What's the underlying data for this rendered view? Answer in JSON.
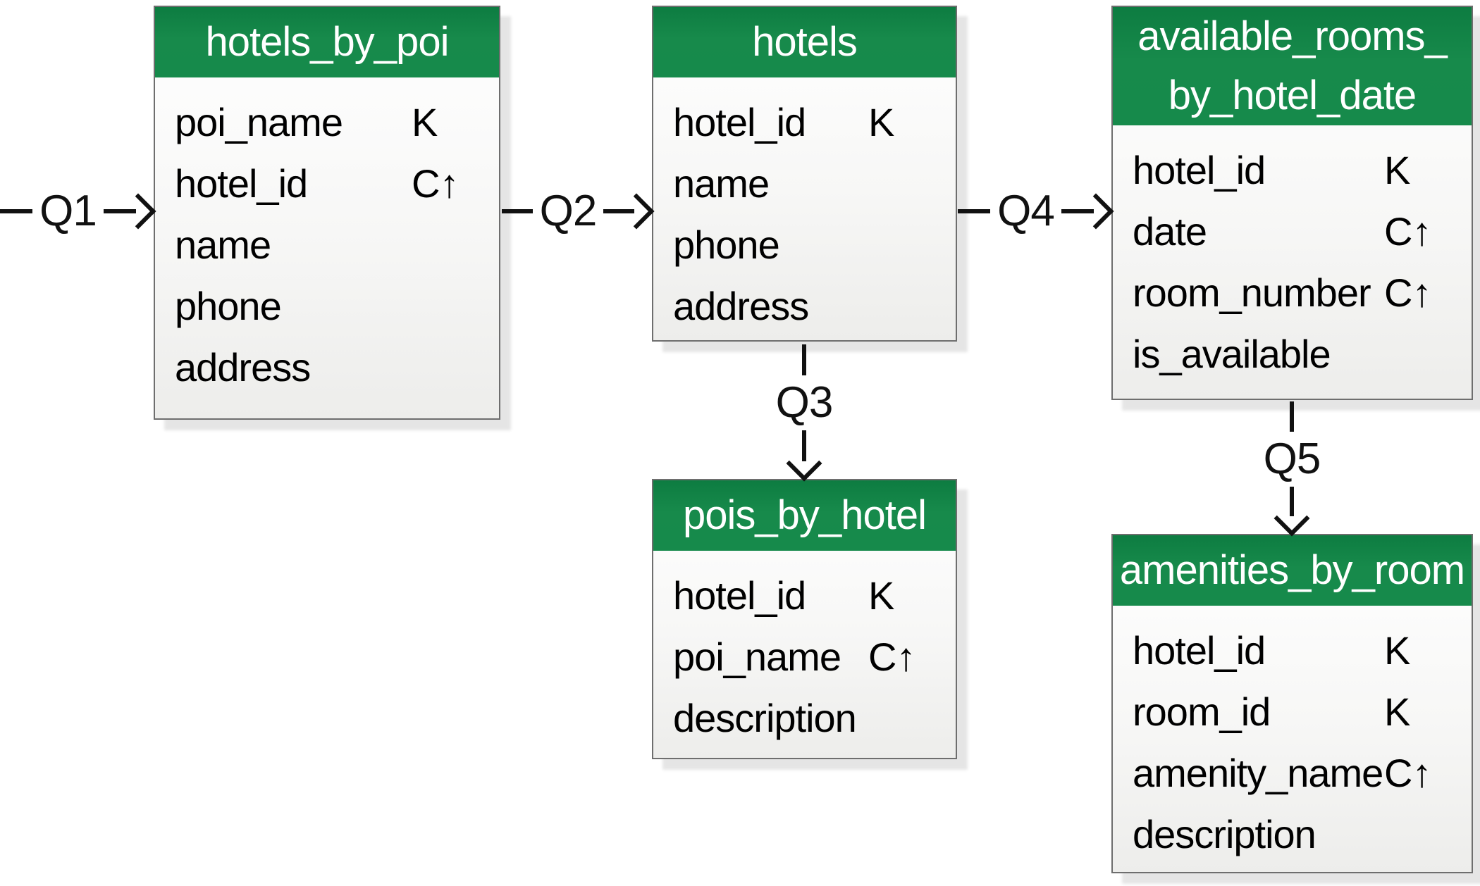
{
  "diagram_type": "database-table-query-diagram",
  "colors": {
    "header_green": "#178a4b",
    "header_green_dark": "#0d7c41",
    "table_border": "#6e6e6e",
    "body_top": "#ffffff",
    "body_bottom": "#ededeb",
    "arrow": "#111111",
    "text": "#000000",
    "header_text": "#ffffff"
  },
  "tables": [
    {
      "title": "hotels_by_poi",
      "columns": [
        {
          "name": "poi_name",
          "key": "K"
        },
        {
          "name": "hotel_id",
          "key": "C↑"
        },
        {
          "name": "name",
          "key": ""
        },
        {
          "name": "phone",
          "key": ""
        },
        {
          "name": "address",
          "key": ""
        }
      ]
    },
    {
      "title": "hotels",
      "columns": [
        {
          "name": "hotel_id",
          "key": "K"
        },
        {
          "name": "name",
          "key": ""
        },
        {
          "name": "phone",
          "key": ""
        },
        {
          "name": "address",
          "key": ""
        }
      ]
    },
    {
      "title": "available_rooms_\nby_hotel_date",
      "columns": [
        {
          "name": "hotel_id",
          "key": "K"
        },
        {
          "name": "date",
          "key": "C↑"
        },
        {
          "name": "room_number",
          "key": "C↑"
        },
        {
          "name": "is_available",
          "key": ""
        }
      ]
    },
    {
      "title": "pois_by_hotel",
      "columns": [
        {
          "name": "hotel_id",
          "key": "K"
        },
        {
          "name": "poi_name",
          "key": "C↑"
        },
        {
          "name": "description",
          "key": ""
        }
      ]
    },
    {
      "title": "amenities_by_room",
      "columns": [
        {
          "name": "hotel_id",
          "key": "K"
        },
        {
          "name": "room_id",
          "key": "K"
        },
        {
          "name": "amenity_name",
          "key": "C↑"
        },
        {
          "name": "description",
          "key": ""
        }
      ]
    }
  ],
  "queries": {
    "q1": "Q1",
    "q2": "Q2",
    "q3": "Q3",
    "q4": "Q4",
    "q5": "Q5"
  }
}
